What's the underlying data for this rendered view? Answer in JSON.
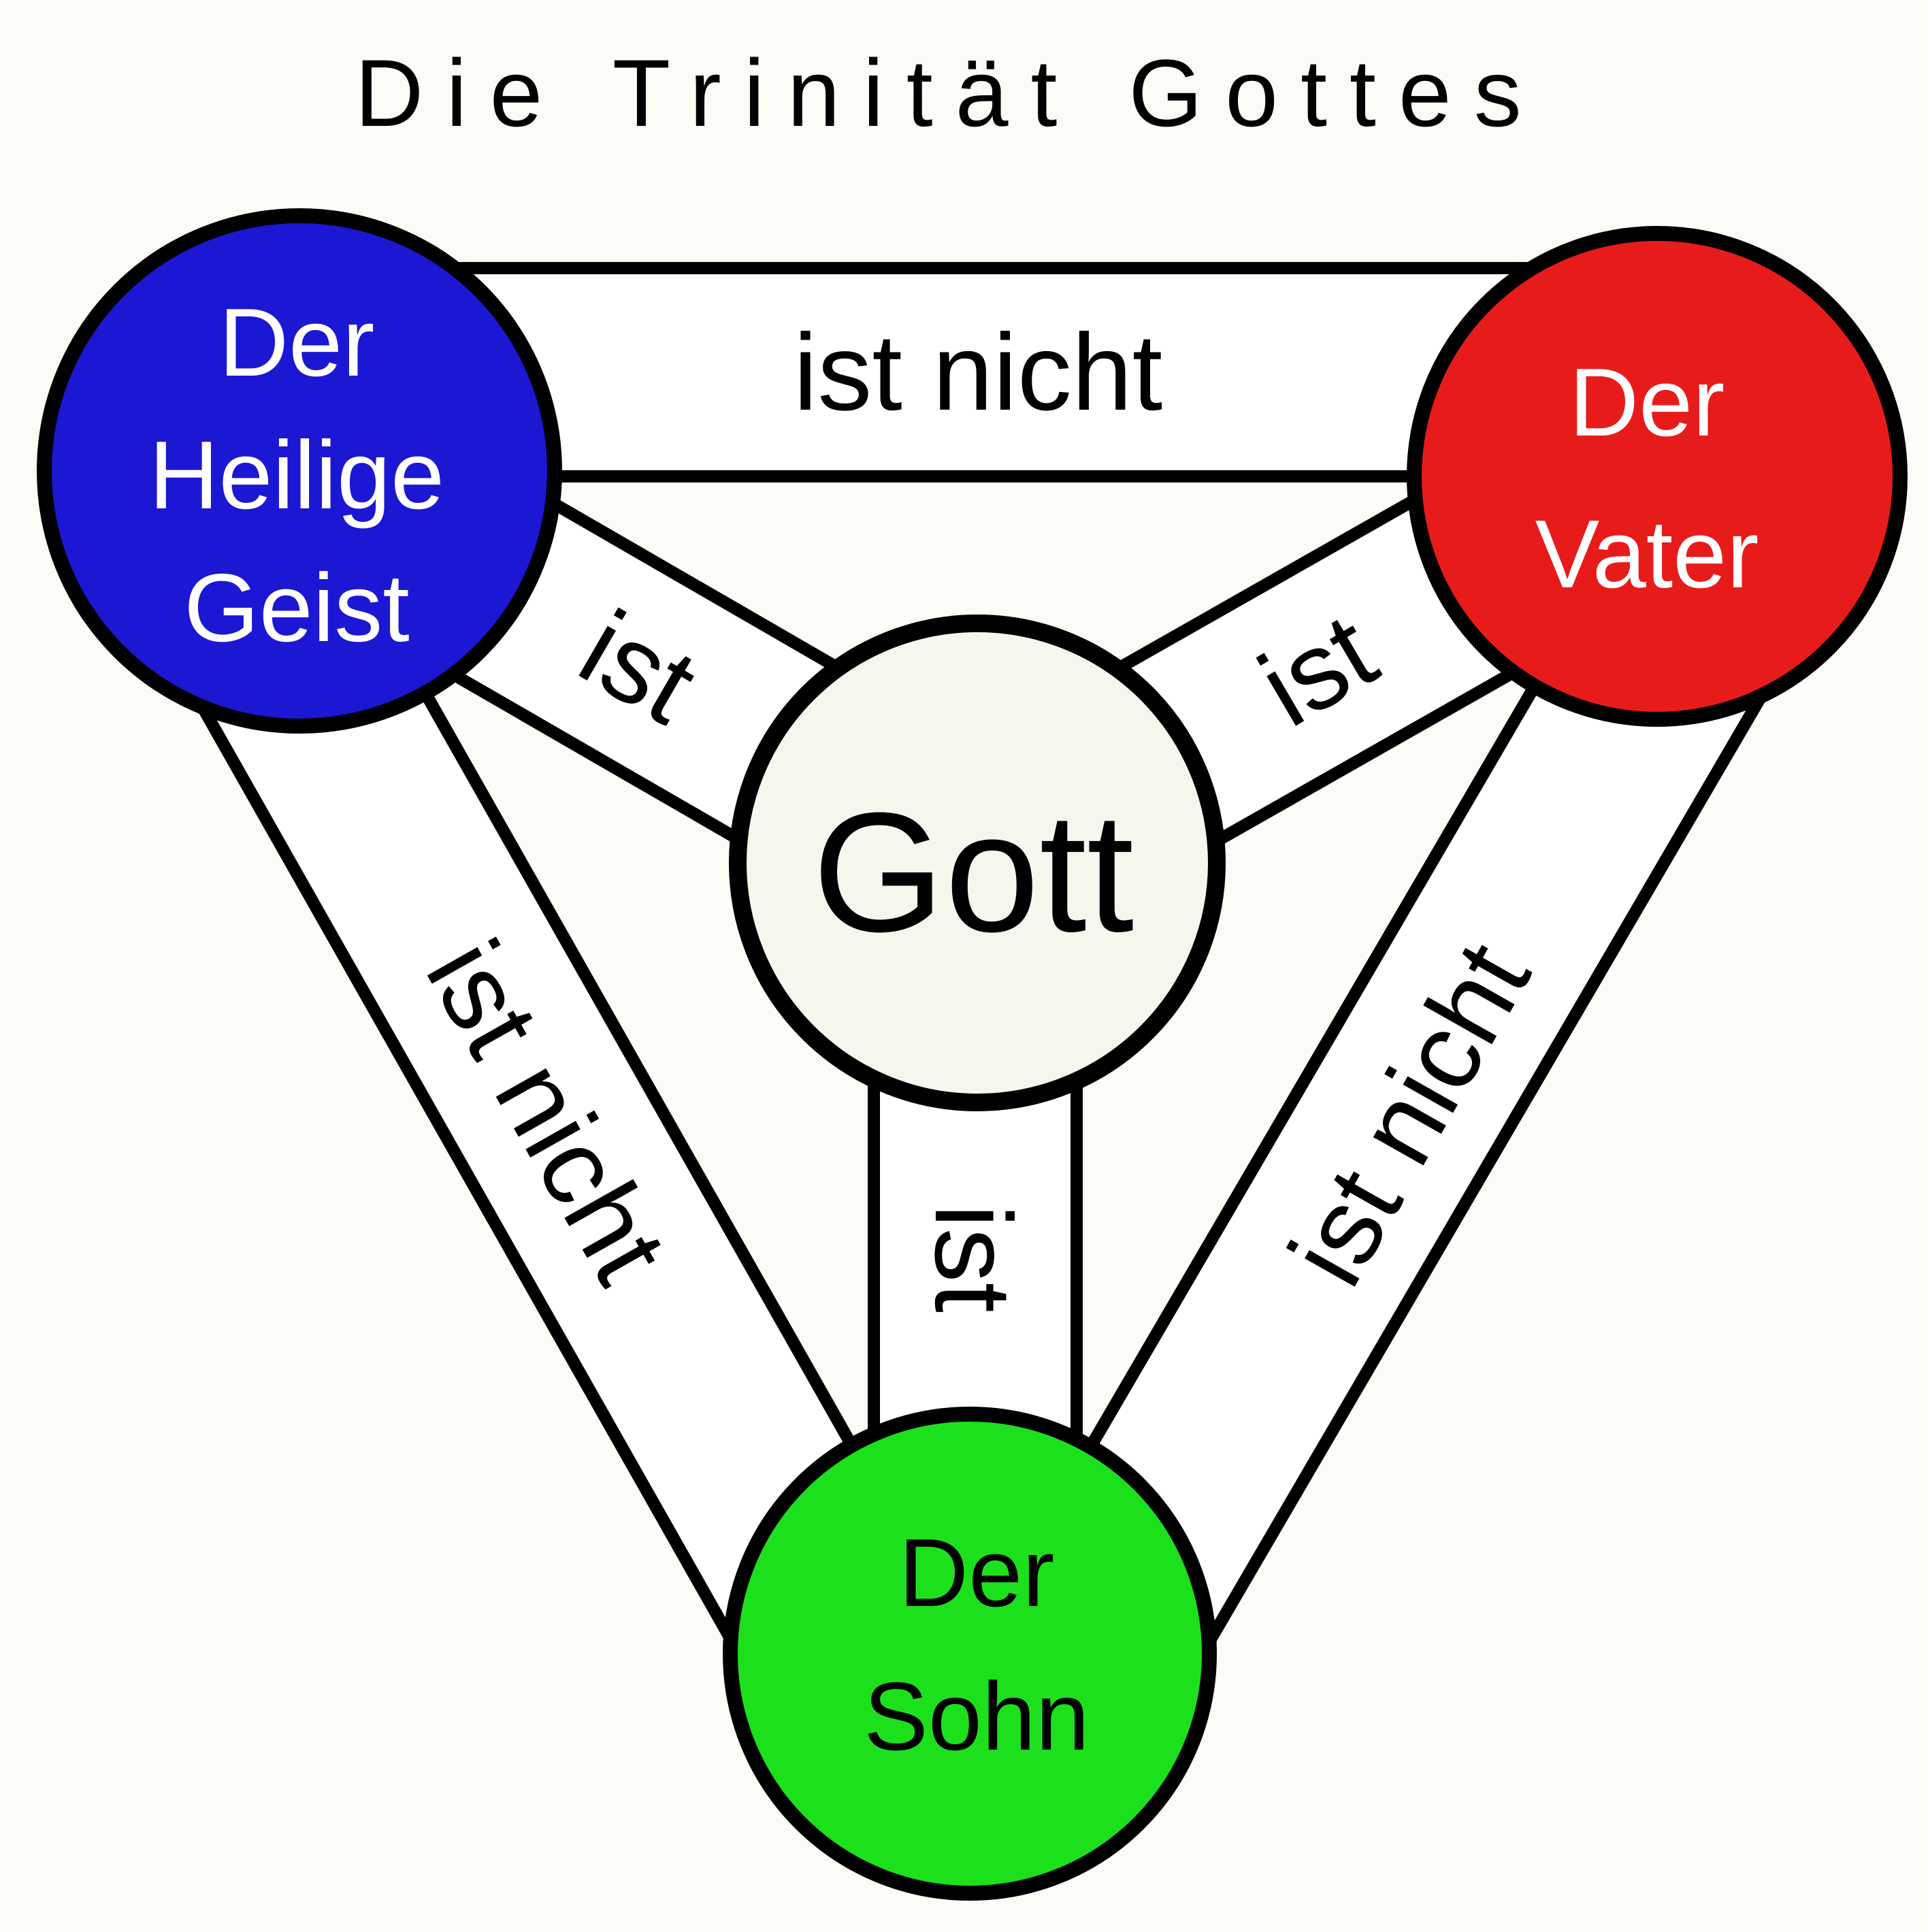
{
  "title": "Die Trinität Gottes",
  "colors": {
    "background": "#FCFBF5",
    "band_fill": "#FFFFFF",
    "outline": "#000000",
    "holy_spirit": "#1C17D3",
    "father": "#E81B1B",
    "son": "#1DE01D",
    "god_fill": "#F7F6ED",
    "text_light": "#FFFFFF",
    "text_dark": "#000000"
  },
  "nodes": {
    "holy_spirit": {
      "label_lines": [
        "Der",
        "Heilige",
        "Geist"
      ]
    },
    "father": {
      "label_lines": [
        "Der",
        "Vater"
      ]
    },
    "son": {
      "label_lines": [
        "Der",
        "Sohn"
      ]
    },
    "god": {
      "label": "Gott"
    }
  },
  "links": {
    "spirit_father": {
      "label": "ist nicht"
    },
    "spirit_son": {
      "label": "ist nicht"
    },
    "father_son": {
      "label": "ist nicht"
    },
    "spirit_god": {
      "label": "ist"
    },
    "father_god": {
      "label": "ist"
    },
    "son_god": {
      "label": "ist"
    }
  }
}
